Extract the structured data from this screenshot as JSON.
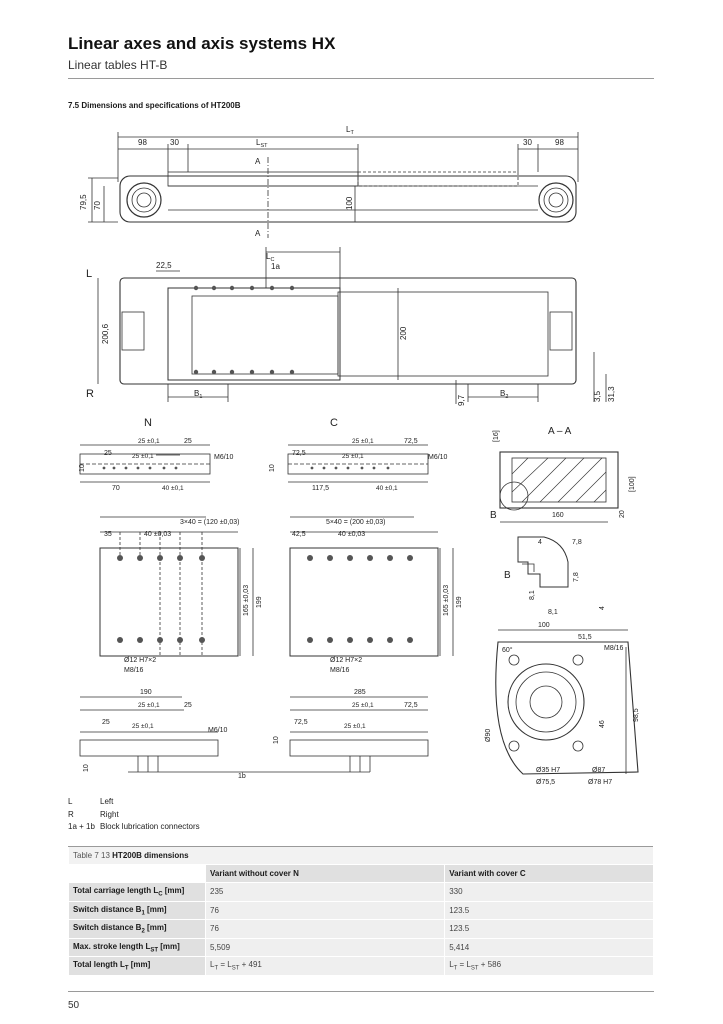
{
  "header": {
    "title": "Linear axes and axis systems HX",
    "subtitle": "Linear tables HT-B"
  },
  "section_title": "7.5 Dimensions and specifications of HT200B",
  "drawing_labels": {
    "lt": "L",
    "lst": "L",
    "lc": "L",
    "d98l": "98",
    "d30l": "30",
    "d30r": "30",
    "d98r": "98",
    "h795": "79,5",
    "h70": "70",
    "h100": "100",
    "secA": "A",
    "d225": "22,5",
    "d1a": "1a",
    "h2006": "200,6",
    "h200": "200",
    "b1": "B",
    "b2": "B",
    "d97": "9,7",
    "d35": "3,5",
    "d313": "31,3",
    "sideL": "L",
    "sideR": "R",
    "viewN": "N",
    "viewC": "C",
    "t25a": "25 ±0,1",
    "t25b": "25",
    "t25c": "25",
    "t25d": "25 ±0,1",
    "m610": "M6/10",
    "t10": "10",
    "t70": "70",
    "t40": "40 ±0,1",
    "u25a": "25 ±0,1",
    "u725a": "72,5",
    "u725b": "72,5",
    "u25b": "25 ±0,1",
    "m610c": "M6/10",
    "u10": "10",
    "u1175": "117,5",
    "u40": "40 ±0,1",
    "aa": "A – A",
    "d16": "[16]",
    "d100b": "[100]",
    "d160": "160",
    "d20": "20",
    "bl": "B",
    "b4": "4",
    "b78": "7,8",
    "b78v": "7,8",
    "b81": "8,1",
    "b81h": "8,1",
    "b4b": "4",
    "bB": "B",
    "p3x40": "3×40 = (120 ±0,03)",
    "p35": "35",
    "p40": "40 ±0,03",
    "p165": "165 ±0,03",
    "p199": "199",
    "pd12": "Ø12 H7×2",
    "pm816": "M8/16",
    "q5x40": "5×40 = (200 ±0,03)",
    "q425": "42,5",
    "q40": "40 ±0,03",
    "q165": "165 ±0,03",
    "q199": "199",
    "qd12": "Ø12 H7×2",
    "qm816": "M8/16",
    "e100": "100",
    "e515": "51,5",
    "em816": "M8/16",
    "e60": "60°",
    "e985": "98,5",
    "e46": "46",
    "ed90": "Ø90",
    "ed35": "Ø35 H7",
    "ed87": "Ø87",
    "ed755": "Ø75,5",
    "ed78": "Ø78 H7",
    "r190": "190",
    "r25a": "25 ±0,1",
    "r25b": "25",
    "r25c": "25",
    "r25d": "25 ±0,1",
    "rm610": "M6/10",
    "r10": "10",
    "s285": "285",
    "s25a": "25 ±0,1",
    "s725a": "72,5",
    "s725b": "72,5",
    "s25b": "25 ±0,1",
    "s10": "10",
    "s1b": "1b"
  },
  "legend": [
    {
      "key": "L",
      "text": "Left"
    },
    {
      "key": "R",
      "text": "Right"
    },
    {
      "key": "1a + 1b",
      "text": "Block lubrication connectors"
    }
  ],
  "table": {
    "caption_prefix": "Table 7 13",
    "caption": "HT200B dimensions",
    "columns": [
      "Variant without cover N",
      "Variant with cover C"
    ],
    "rows": [
      {
        "label": "Total carriage length L",
        "sub": "C",
        "unit": " [mm]",
        "n": "235",
        "c": "330"
      },
      {
        "label": "Switch distance B",
        "sub": "1",
        "unit": " [mm]",
        "n": "76",
        "c": "123.5"
      },
      {
        "label": "Switch distance B",
        "sub": "2",
        "unit": " [mm]",
        "n": "76",
        "c": "123.5"
      },
      {
        "label": "Max. stroke length L",
        "sub": "ST",
        "unit": " [mm]",
        "n": "5,509",
        "c": "5,414"
      },
      {
        "label": "Total length L",
        "sub": "T",
        "unit": " [mm]",
        "n_pre": "L",
        "n_sub1": "T",
        "n_mid": " = L",
        "n_sub2": "ST",
        "n_post": " + 491",
        "c_pre": "L",
        "c_sub1": "T",
        "c_mid": " = L",
        "c_sub2": "ST",
        "c_post": " + 586"
      }
    ]
  },
  "page_number": "50",
  "colors": {
    "rule": "#9a9a9a",
    "header_cell": "#e0e0e0",
    "value_cell": "#efefef",
    "line": "#333333"
  }
}
